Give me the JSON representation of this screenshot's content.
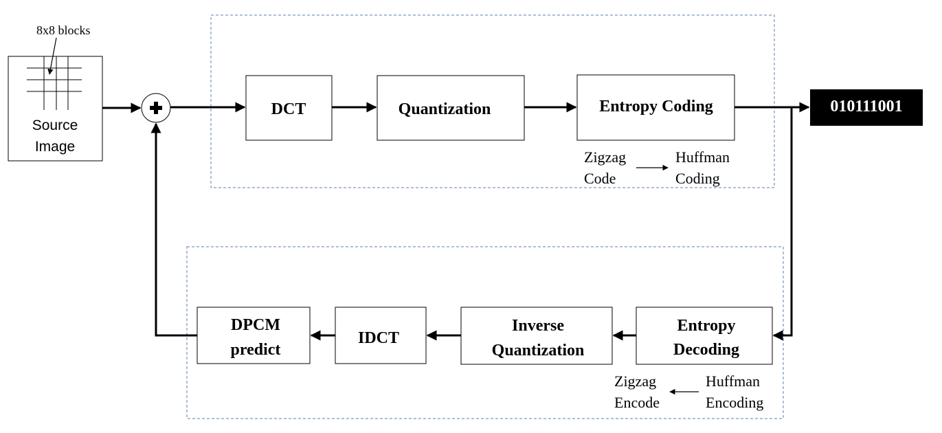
{
  "source": {
    "blocks_label": "8x8 blocks",
    "line1": "Source",
    "line2": "Image"
  },
  "encoder": {
    "dct": "DCT",
    "quantization": "Quantization",
    "entropy_coding": "Entropy Coding",
    "zigzag_line1": "Zigzag",
    "zigzag_line2": "Code",
    "huffman_line1": "Huffman",
    "huffman_line2": "Coding"
  },
  "output": {
    "bits": "010111001"
  },
  "decoder": {
    "entropy_decoding_line1": "Entropy",
    "entropy_decoding_line2": "Decoding",
    "inverse_quant_line1": "Inverse",
    "inverse_quant_line2": "Quantization",
    "idct": "IDCT",
    "dpcm_line1": "DPCM",
    "dpcm_line2": "predict",
    "zigzag_line1": "Zigzag",
    "zigzag_line2": "Encode",
    "huffman_line1": "Huffman",
    "huffman_line2": "Encoding"
  },
  "colors": {
    "dashed_border": "#5b7fa8",
    "output_bg": "#000000",
    "output_text": "#ffffff"
  }
}
